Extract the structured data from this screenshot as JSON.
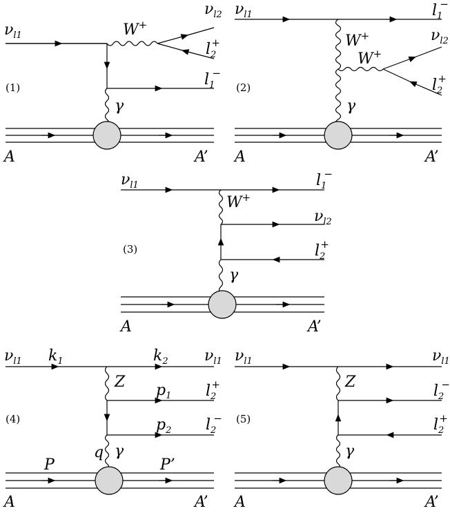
{
  "labels": {
    "panel_1": "(1)",
    "panel_2": "(2)",
    "panel_3": "(3)",
    "panel_4": "(4)",
    "panel_5": "(5)",
    "nu": "ν",
    "l": "l",
    "W": "W",
    "Z": "Z",
    "gamma": "γ",
    "A": "A",
    "A_prime": "A’",
    "P": "P",
    "P_prime": "P’",
    "k": "k",
    "p": "p",
    "q": "q",
    "sub_l1": "l1",
    "sub_l2": "l2",
    "sub_1": "1",
    "sub_2": "2",
    "plus": "+",
    "minus": "−"
  }
}
